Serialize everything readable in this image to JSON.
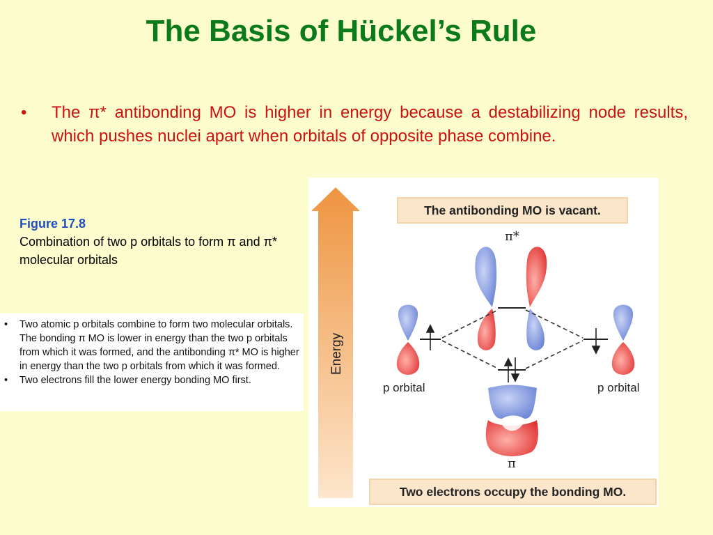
{
  "title": "The Basis of Hückel’s Rule",
  "bullet": {
    "marker": "•",
    "text": "The π* antibonding MO is higher in energy because a destabilizing node results, which pushes nuclei apart when orbitals of opposite phase combine."
  },
  "figure": {
    "label": "Figure 17.8",
    "caption": "Combination of two p orbitals to form π and π* molecular orbitals"
  },
  "notes": [
    {
      "marker": "•",
      "text": "Two atomic p orbitals combine to form two molecular orbitals. The bonding π MO is lower in energy than the two p orbitals from which it was formed, and the antibonding π* MO is higher in energy than the two p orbitals from which it was formed."
    },
    {
      "marker": "•",
      "text": "Two electrons fill the lower energy bonding MO first."
    }
  ],
  "diagram": {
    "top_box": "The antibonding MO is vacant.",
    "bottom_box": "Two electrons occupy the bonding MO.",
    "energy_axis": "Energy",
    "pi_star": "π*",
    "pi": "π",
    "left_orbital": "p orbital",
    "right_orbital": "p orbital"
  },
  "colors": {
    "title": "#0b7a1a",
    "bullet_text": "#cc1111",
    "figure_label": "#1f4fbd",
    "background": "#fdfccd",
    "lobe_blue": "#8a9fe0",
    "lobe_red": "#e84646",
    "energy_arrow": "#f0a050"
  }
}
